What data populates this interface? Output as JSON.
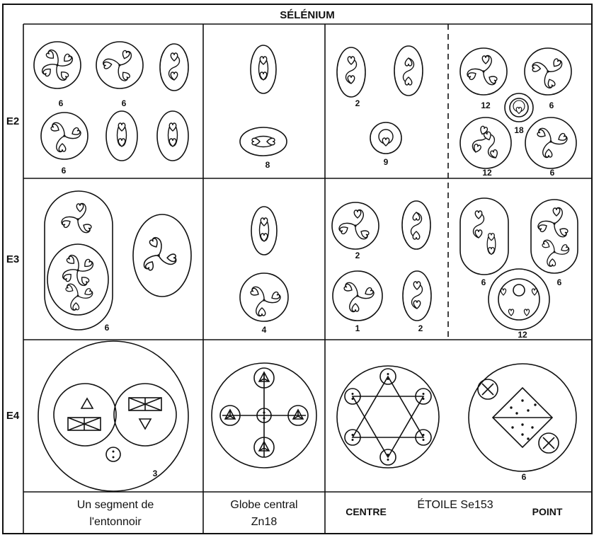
{
  "title": "SÉLÉNIUM",
  "rows": [
    "E2",
    "E3",
    "E4"
  ],
  "counts": {
    "e2": [
      "6",
      "6",
      "6",
      "8",
      "2",
      "9",
      "12",
      "6",
      "18",
      "12",
      "6"
    ],
    "e3": [
      "6",
      "4",
      "2",
      "1",
      "2",
      "6",
      "6",
      "12"
    ],
    "e4": [
      "3",
      "6"
    ]
  },
  "footer": {
    "col1_line1": "Un segment de",
    "col1_line2": "l'entonnoir",
    "col2_line1": "Globe central",
    "col2_line2": "Zn18",
    "centre": "CENTRE",
    "etoile": "ÉTOILE Se153",
    "point": "POINT"
  }
}
